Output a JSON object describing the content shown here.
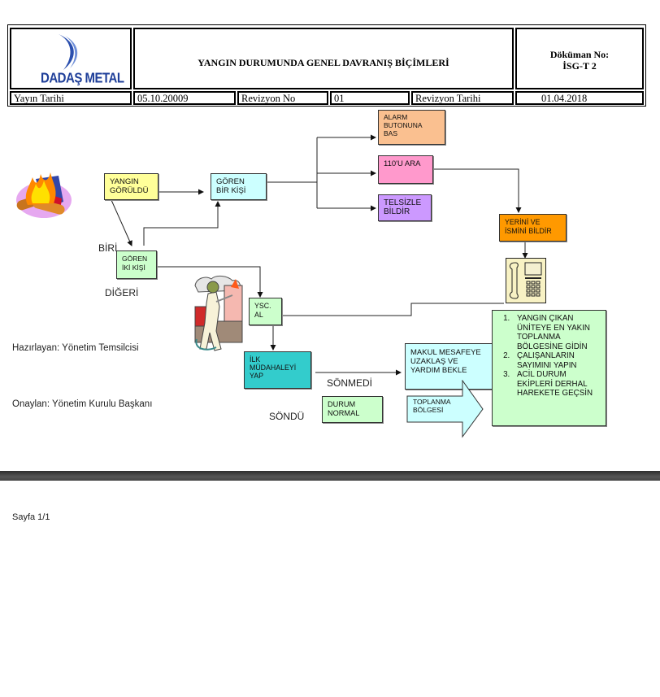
{
  "header": {
    "logo_text": "DADAŞ METAL",
    "title": "YANGIN DURUMUNDA GENEL DAVRANIŞ BİÇİMLERİ",
    "doc_no_label": "Döküman No:",
    "doc_no_value": "İSG-T 2",
    "publish_date_label": "Yayın Tarihi",
    "publish_date_value": "05.10.20009",
    "revision_no_label": "Revizyon No",
    "revision_no_value": "01",
    "revision_date_label": "Revizyon Tarihi",
    "revision_date_value": "01.04.2018"
  },
  "flowchart": {
    "yangin_goruldu": "YANGIN\nGÖRÜLDÜ",
    "goren_bir_kisi": "GÖREN\nBİR KİŞİ",
    "goren_iki_kisi": "GÖREN\nİKİ KİŞİ",
    "alarm": "ALARM\nBUTONUNA\nBAS",
    "ara_110": "110'U ARA",
    "telsizle": "TELSİZLE\nBİLDİR",
    "yerini": "YERİNİ VE\nİSMİNİ BİLDİR",
    "ysc_al": "YSC.\nAL",
    "ilk_mudahale": "İLK\nMÜDAHALEYİ\nYAP",
    "durum_normal": "DURUM\nNORMAL",
    "makul": "MAKUL MESAFEYE\nUZAKLAŞ VE\nYARDIM BEKLE",
    "toplanma": "TOPLANMA\nBÖLGESİ",
    "label_biri": "BİRİ",
    "label_digeri": "DİĞERİ",
    "label_sonmedi": "SÖNMEDİ",
    "label_sondu": "SÖNDÜ",
    "steps": [
      "YANGIN ÇIKAN ÜNİTEYE EN YAKIN TOPLANMA BÖLGESİNE GİDİN",
      "ÇALIŞANLARIN SAYIMINI YAPIN",
      "ACİL DURUM EKİPLERİ DERHAL HAREKETE GEÇSİN"
    ]
  },
  "signatures": {
    "prepared": "Hazırlayan: Yönetim Temsilcisi",
    "approved": "Onaylan: Yönetim Kurulu Başkanı"
  },
  "footer": {
    "page_label": "Sayfa 1/1"
  },
  "colors": {
    "yellow": "#ffff99",
    "light_cyan": "#ccffff",
    "light_green": "#ccffcc",
    "peach": "#fac090",
    "pink": "#ff99cc",
    "lavender": "#cc99ff",
    "orange": "#ff9900",
    "teal": "#33cccc",
    "logo_blue": "#1f3f99"
  }
}
